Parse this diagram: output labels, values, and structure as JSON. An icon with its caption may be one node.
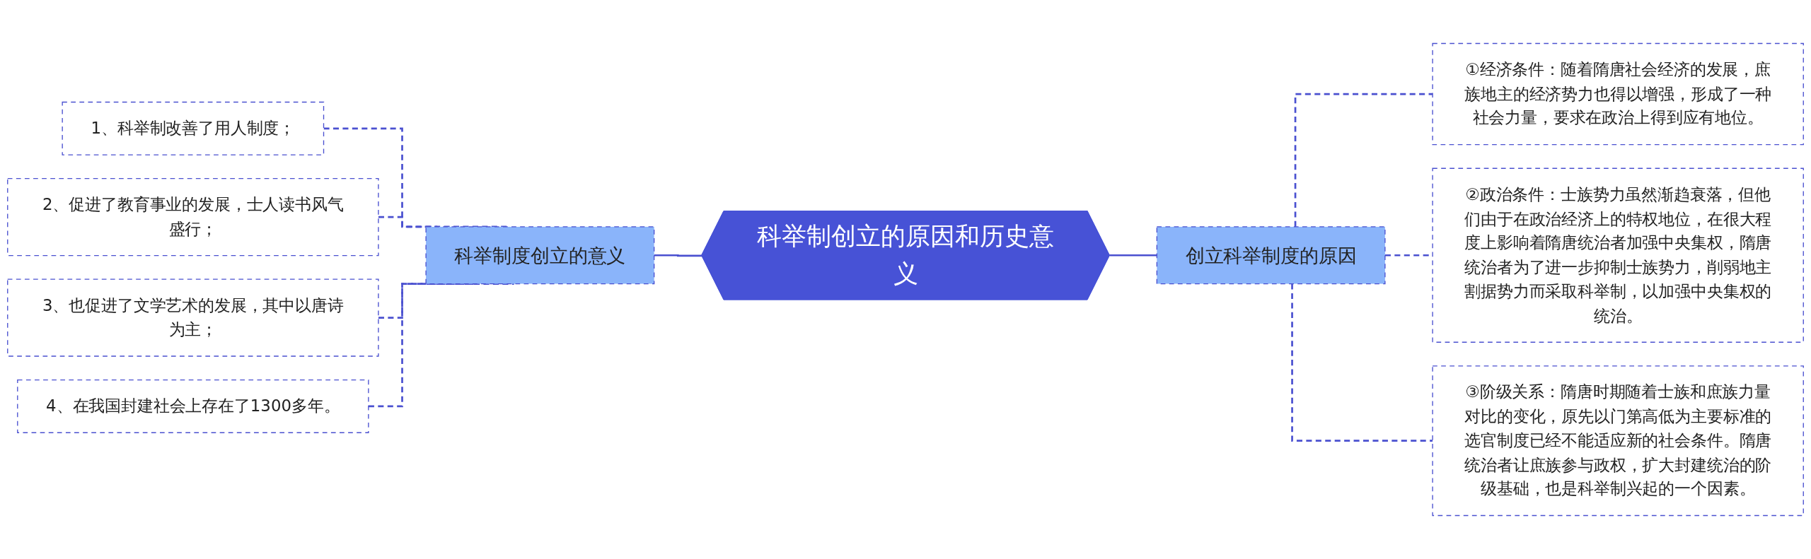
{
  "diagram": {
    "nodes": [
      {
        "text": [
          "科举制创立的原因和历史意义"
        ]
      },
      {
        "text": [
          "科举制度创立的意义"
        ]
      },
      {
        "text": [
          "1、科举制改善了用人制度；"
        ]
      },
      {
        "text": [
          "2、促进了教育事业的发展，士人读书风气盛行；"
        ]
      },
      {
        "text": [
          "3、也促进了文学艺术的发展，其中以唐诗为主；"
        ]
      },
      {
        "text": [
          "4、在我国封建社会上存在了1300多年。"
        ]
      },
      {
        "text": [
          "创立科举制度的原因"
        ]
      },
      {
        "text": [
          "①经济条件：随着隋唐社会经济的发展，庶族地主的经济势力也得以增强，形成了一种社会力量，要求在政治上得到应有地位。"
        ]
      },
      {
        "text": [
          "②政治条件：士族势力虽然渐趋衰落，但他们由于在政治经济上的特权地位，在很大程度上影响着隋唐统治者加强中央集权，隋唐统治者为了进一步抑制士族势力，削弱地主割据势力而采取科举制，以加强中央集权的统治。"
        ]
      },
      {
        "text": [
          "③阶级关系：隋唐时期随着士族和庶族力量对比的变化，原先以门第高低为主要标准的选官制度已经不能适应新的社会条件。隋唐统治者让庶族参与政权，扩大封建统治的阶级基础，也是科举制兴起的一个因素。"
        ]
      }
    ],
    "edges": [
      {
        "from": 1,
        "to": 0,
        "arrow": "none"
      },
      {
        "from": 2,
        "to": 1,
        "arrow": "none",
        "style": "dashed"
      },
      {
        "from": 3,
        "to": 1,
        "arrow": "none",
        "style": "dashed"
      },
      {
        "from": 4,
        "to": 1,
        "arrow": "none",
        "style": "dashed"
      },
      {
        "from": 5,
        "to": 1,
        "arrow": "none",
        "style": "dashed"
      },
      {
        "from": 0,
        "to": 6,
        "arrow": "none"
      },
      {
        "from": 6,
        "to": 7,
        "arrow": "none",
        "style": "dashed"
      },
      {
        "from": 6,
        "to": 8,
        "arrow": "none",
        "style": "dashed"
      },
      {
        "from": 6,
        "to": 9,
        "arrow": "none",
        "style": "dashed"
      }
    ]
  }
}
